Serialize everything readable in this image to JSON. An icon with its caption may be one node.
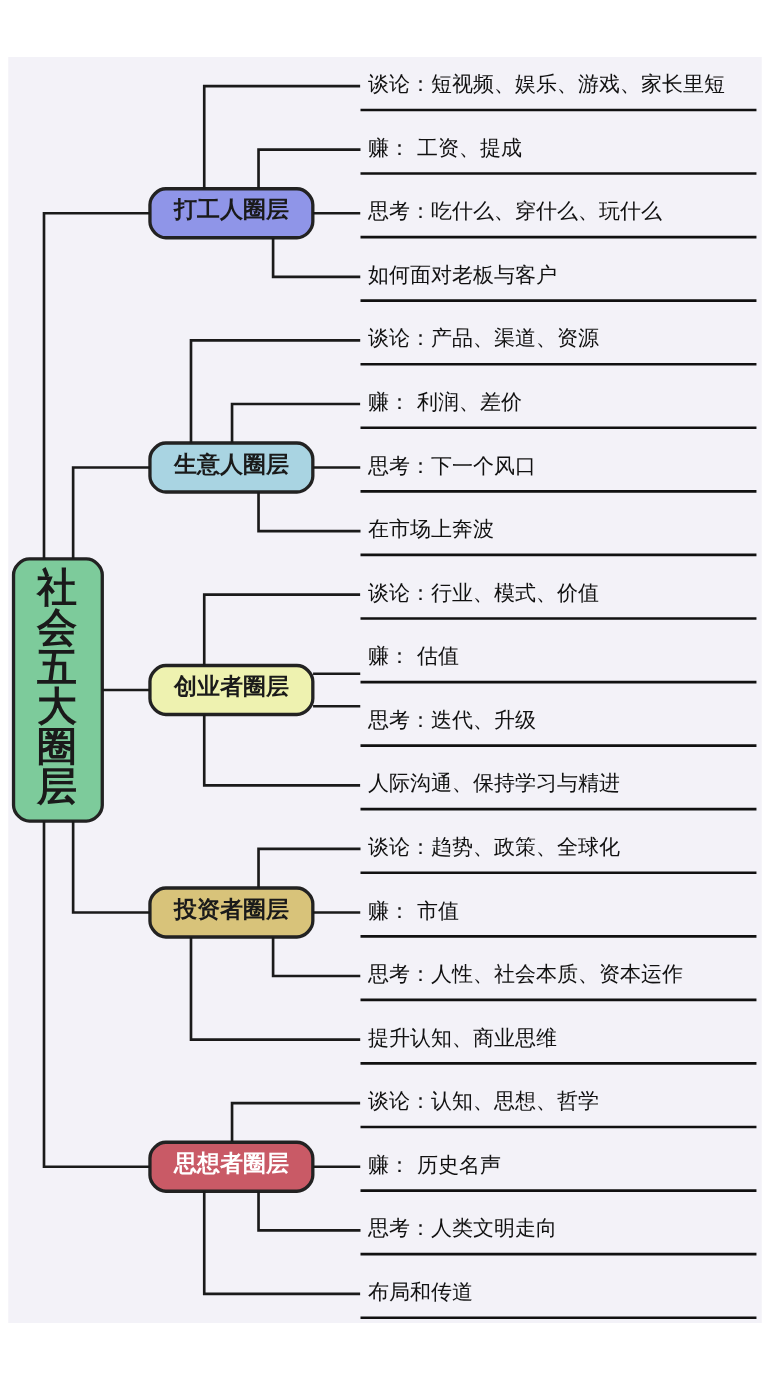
{
  "diagram": {
    "nodes": [
      {
        "text": [
          "社会五大圈层"
        ]
      },
      {
        "text": [
          "打工人圈层"
        ]
      },
      {
        "text": [
          "谈论：短视频、娱乐、游戏、家长里短"
        ]
      },
      {
        "text": [
          "赚： 工资、提成"
        ]
      },
      {
        "text": [
          "思考：吃什么、穿什么、玩什么"
        ]
      },
      {
        "text": [
          "如何面对老板与客户"
        ]
      },
      {
        "text": [
          "生意人圈层"
        ]
      },
      {
        "text": [
          "谈论：产品、渠道、资源"
        ]
      },
      {
        "text": [
          "赚： 利润、差价"
        ]
      },
      {
        "text": [
          "思考：下一个风口"
        ]
      },
      {
        "text": [
          "在市场上奔波"
        ]
      },
      {
        "text": [
          "创业者圈层"
        ]
      },
      {
        "text": [
          "谈论：行业、模式、价值"
        ]
      },
      {
        "text": [
          "赚： 估值"
        ]
      },
      {
        "text": [
          "思考：迭代、升级"
        ]
      },
      {
        "text": [
          "人际沟通、保持学习与精进"
        ]
      },
      {
        "text": [
          "投资者圈层"
        ]
      },
      {
        "text": [
          "谈论：趋势、政策、全球化"
        ]
      },
      {
        "text": [
          "赚： 市值"
        ]
      },
      {
        "text": [
          "思考：人性、社会本质、资本运作"
        ]
      },
      {
        "text": [
          "提升认知、商业思维"
        ]
      },
      {
        "text": [
          "思想者圈层"
        ]
      },
      {
        "text": [
          "谈论：认知、思想、哲学"
        ]
      },
      {
        "text": [
          "赚： 历史名声"
        ]
      },
      {
        "text": [
          "思考：人类文明走向"
        ]
      },
      {
        "text": [
          "布局和传道"
        ]
      }
    ],
    "edges": [
      {
        "from": 0,
        "to": 1,
        "arrow": "none"
      },
      {
        "from": 0,
        "to": 6,
        "arrow": "none"
      },
      {
        "from": 0,
        "to": 11,
        "arrow": "none"
      },
      {
        "from": 0,
        "to": 16,
        "arrow": "none"
      },
      {
        "from": 0,
        "to": 21,
        "arrow": "none"
      },
      {
        "from": 1,
        "to": 2,
        "arrow": "none"
      },
      {
        "from": 1,
        "to": 3,
        "arrow": "none"
      },
      {
        "from": 1,
        "to": 4,
        "arrow": "none"
      },
      {
        "from": 1,
        "to": 5,
        "arrow": "none"
      },
      {
        "from": 6,
        "to": 7,
        "arrow": "none"
      },
      {
        "from": 6,
        "to": 8,
        "arrow": "none"
      },
      {
        "from": 6,
        "to": 9,
        "arrow": "none"
      },
      {
        "from": 6,
        "to": 10,
        "arrow": "none"
      },
      {
        "from": 11,
        "to": 12,
        "arrow": "none"
      },
      {
        "from": 11,
        "to": 13,
        "arrow": "none"
      },
      {
        "from": 11,
        "to": 14,
        "arrow": "none"
      },
      {
        "from": 11,
        "to": 15,
        "arrow": "none"
      },
      {
        "from": 16,
        "to": 17,
        "arrow": "none"
      },
      {
        "from": 16,
        "to": 18,
        "arrow": "none"
      },
      {
        "from": 16,
        "to": 19,
        "arrow": "none"
      },
      {
        "from": 16,
        "to": 20,
        "arrow": "none"
      },
      {
        "from": 21,
        "to": 22,
        "arrow": "none"
      },
      {
        "from": 21,
        "to": 23,
        "arrow": "none"
      },
      {
        "from": 21,
        "to": 24,
        "arrow": "none"
      },
      {
        "from": 21,
        "to": 25,
        "arrow": "none"
      }
    ]
  }
}
